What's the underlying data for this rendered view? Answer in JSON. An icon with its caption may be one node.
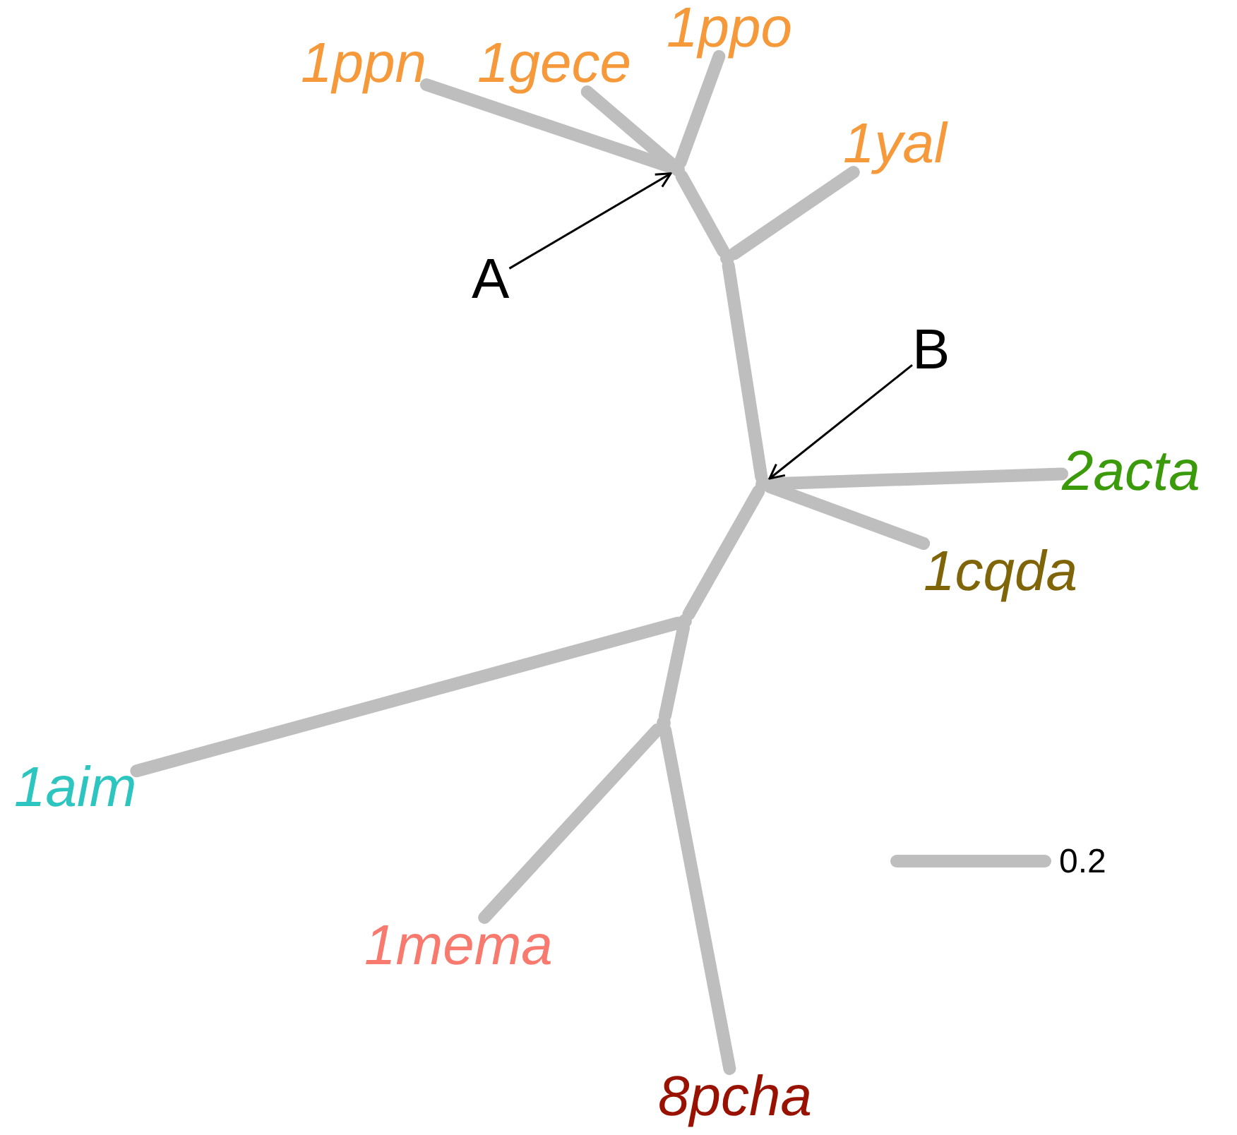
{
  "diagram": {
    "nodes": [
      {
        "text": [
          "1ppn"
        ]
      },
      {
        "text": [
          "1gece"
        ]
      },
      {
        "text": [
          "1ppo"
        ]
      },
      {
        "text": [
          "1yal"
        ]
      },
      {
        "text": [
          "A"
        ]
      },
      {
        "text": [
          "B"
        ]
      },
      {
        "text": [
          "2acta"
        ]
      },
      {
        "text": [
          "1cqda"
        ]
      },
      {
        "text": [
          "1aim"
        ]
      },
      {
        "text": [
          "1mema"
        ]
      },
      {
        "text": [
          "8pcha"
        ]
      },
      {
        "text": [],
        "shape": "point"
      },
      {
        "text": [],
        "shape": "point"
      },
      {
        "text": [],
        "shape": "point"
      },
      {
        "text": [],
        "shape": "point"
      },
      {
        "text": [],
        "shape": "point"
      }
    ],
    "edges": [
      {
        "from": 11,
        "to": 0,
        "arrow": "none"
      },
      {
        "from": 11,
        "to": 1,
        "arrow": "none"
      },
      {
        "from": 11,
        "to": 2,
        "arrow": "none"
      },
      {
        "from": 11,
        "to": 12,
        "arrow": "none"
      },
      {
        "from": 12,
        "to": 3,
        "arrow": "none"
      },
      {
        "from": 12,
        "to": 13,
        "arrow": "none"
      },
      {
        "from": 13,
        "to": 6,
        "arrow": "none"
      },
      {
        "from": 13,
        "to": 7,
        "arrow": "none"
      },
      {
        "from": 13,
        "to": 14,
        "arrow": "none"
      },
      {
        "from": 14,
        "to": 8,
        "arrow": "none"
      },
      {
        "from": 14,
        "to": 15,
        "arrow": "none"
      },
      {
        "from": 15,
        "to": 9,
        "arrow": "none"
      },
      {
        "from": 15,
        "to": 10,
        "arrow": "none"
      },
      {
        "from": 4,
        "to": 11,
        "arrow": "to",
        "color": "#000000"
      },
      {
        "from": 5,
        "to": 13,
        "arrow": "to",
        "color": "#000000"
      }
    ],
    "labels": [
      "0.2"
    ]
  }
}
